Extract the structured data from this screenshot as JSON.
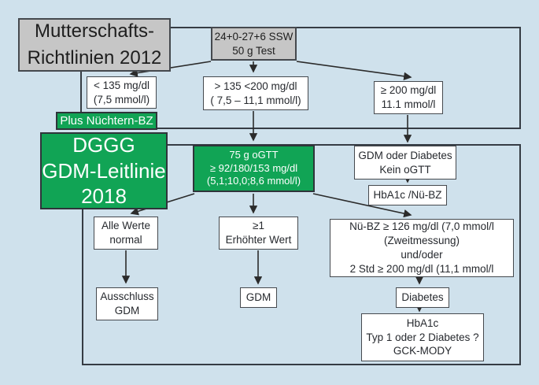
{
  "diagram_title": "GDM Screening Flowchart",
  "colors": {
    "background": "#cfe1ec",
    "green_accent": "#11a455",
    "gray_box": "#c6c6c6",
    "white_box": "#ffffff",
    "line": "#2b2b2b",
    "box_border": "#45494e"
  },
  "nodes": {
    "mutterschafts": {
      "lines": [
        "Mutterschafts-",
        "Richtlinien 2012"
      ]
    },
    "ssw_test": {
      "lines": [
        "24+0-27+6 SSW",
        "50 g Test"
      ]
    },
    "lt135": {
      "lines": [
        "< 135 mg/dl",
        "(7,5 mmol/l)"
      ]
    },
    "mid135_200": {
      "lines": [
        "> 135 <200 mg/dl",
        "( 7,5 – 11,1 mmol/l)"
      ]
    },
    "ge200": {
      "lines": [
        "≥ 200 mg/dl",
        "11.1 mmol/l"
      ]
    },
    "plus_nuechtern": {
      "lines": [
        "Plus Nüchtern-BZ"
      ]
    },
    "dggg": {
      "lines": [
        "DGGG",
        "GDM-Leitlinie",
        "2018"
      ]
    },
    "ogtt": {
      "lines": [
        "75 g oGTT",
        "≥ 92/180/153 mg/dl",
        "(5,1;10,0;8,6 mmol/l)"
      ]
    },
    "gdm_oder_diabetes": {
      "lines": [
        "GDM oder Diabetes",
        "Kein oGTT"
      ]
    },
    "hba1c_nubz": {
      "lines": [
        "HbA1c /Nü-BZ"
      ]
    },
    "alle_werte": {
      "lines": [
        "Alle Werte",
        "normal"
      ]
    },
    "erhoehter_wert": {
      "lines": [
        "≥1",
        "Erhöhter Wert"
      ]
    },
    "nubz_criteria": {
      "lines": [
        "Nü-BZ ≥ 126 mg/dl (7,0 mmol/l",
        "(Zweitmessung)",
        "und/oder",
        "2 Std ≥ 200 mg/dl (11,1 mmol/l"
      ]
    },
    "ausschluss_gdm": {
      "lines": [
        "Ausschluss",
        "GDM"
      ]
    },
    "gdm": {
      "lines": [
        "GDM"
      ]
    },
    "diabetes": {
      "lines": [
        "Diabetes"
      ]
    },
    "hba1c_typ": {
      "lines": [
        "HbA1c",
        "Typ 1 oder 2 Diabetes ?",
        "GCK-MODY"
      ]
    }
  }
}
